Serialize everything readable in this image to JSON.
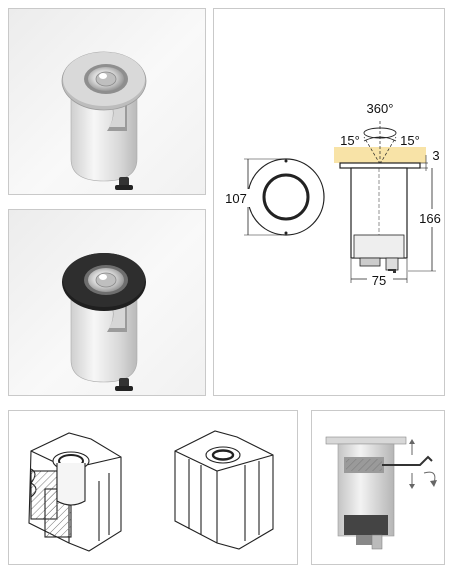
{
  "product_views": [
    {
      "name": "steel-ring-fixture"
    },
    {
      "name": "black-ring-fixture"
    }
  ],
  "drawing": {
    "tilt_total": "360°",
    "tilt_left": "15°",
    "tilt_right": "15°",
    "flange_thickness": "3",
    "diameter": "107",
    "height": "166",
    "body_width": "75"
  },
  "colors": {
    "panel_border": "#c9c9c9",
    "light_glow": "#f5d98a",
    "ring_steel": "#b9b9b9",
    "ring_black": "#2a2a2a",
    "hatch": "#7a7a7a"
  }
}
